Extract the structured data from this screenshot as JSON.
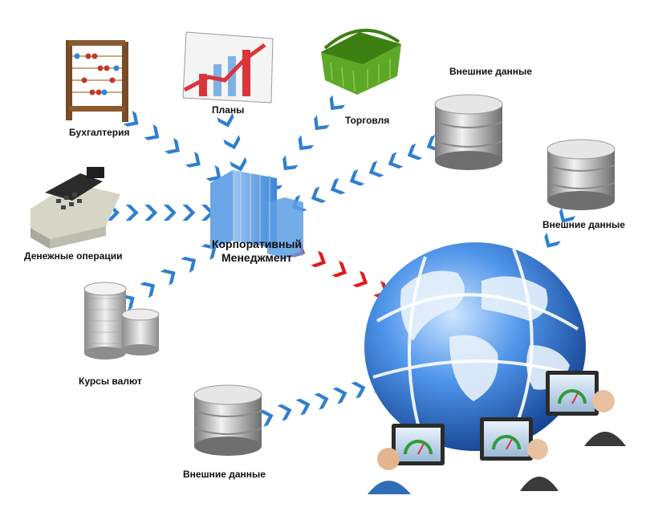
{
  "center": {
    "line1": "Корпоративный",
    "line2": "Менеджмент"
  },
  "labels": {
    "accounting": "Бухгалтерия",
    "plans": "Планы",
    "trade": "Торговля",
    "external_top": "Внешние данные",
    "external_right": "Внешние данные",
    "cash": "Денежные операции",
    "currency": "Курсы валют",
    "external_bottom": "Внешние данные"
  },
  "colors": {
    "arrow_blue": "#2f7fd0",
    "arrow_red": "#e01b1b",
    "globe_blue": "#2a6fd6"
  }
}
